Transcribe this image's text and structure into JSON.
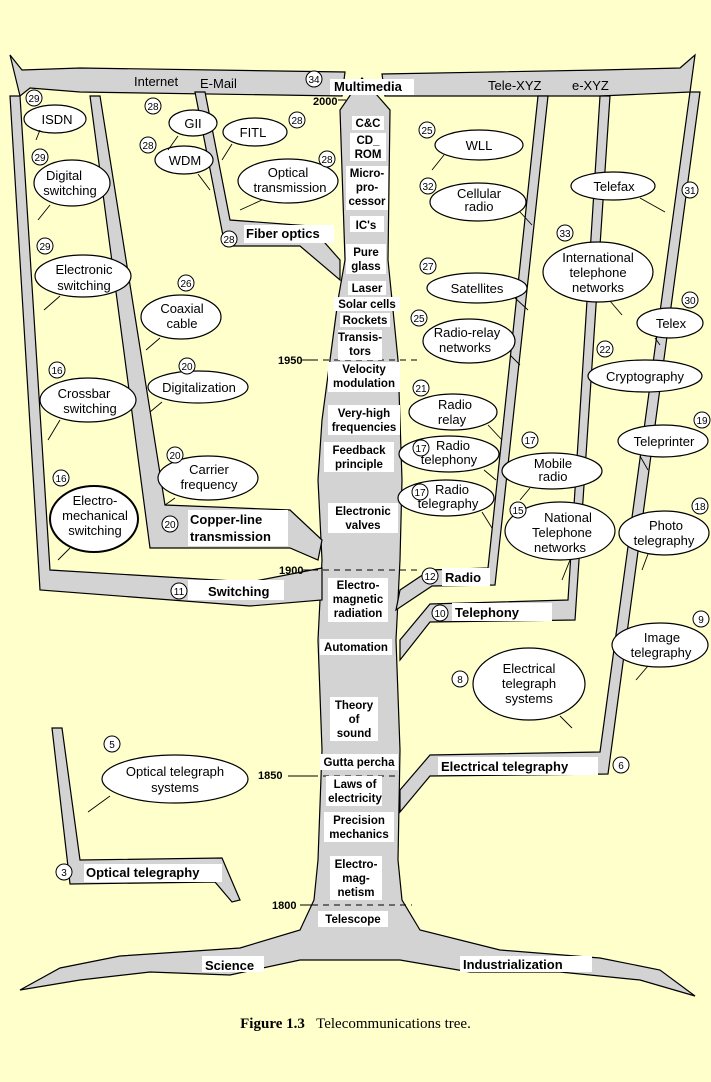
{
  "colors": {
    "background": "#ffffcc",
    "branch_fill": "#d3d3d3",
    "label_fill": "#ffffff",
    "stroke": "#000000"
  },
  "caption": {
    "label": "Figure 1.3",
    "text": "Telecommunications tree."
  },
  "years": [
    "2000",
    "1950",
    "1900",
    "1850",
    "1800"
  ],
  "roots": {
    "left": "Science",
    "right": "Industrialization"
  },
  "top_banner": [
    "Internet",
    "E-Mail",
    "34",
    "Multimedia",
    "Tele-XYZ",
    "e-XYZ"
  ],
  "trunk_labels": [
    "C&C",
    "CD_",
    "ROM",
    "Micro-",
    "pro-",
    "cessor",
    "IC's",
    "Pure",
    "glass",
    "Laser",
    "Solar cells",
    "Rockets",
    "Transis-",
    "tors",
    "Velocity",
    "modulation",
    "Very-high",
    "frequencies",
    "Feedback",
    "principle",
    "Electronic",
    "valves",
    "Electro-",
    "magnetic",
    "radiation",
    "Automation",
    "Theory",
    "of",
    "sound",
    "Gutta percha",
    "Laws of",
    "electricity",
    "Precision",
    "mechanics",
    "Electro-",
    "mag-",
    "netism",
    "Telescope"
  ],
  "branches": [
    "Fiber optics",
    "28",
    "Copper-line",
    "transmission",
    "20",
    "Switching",
    "11",
    "Radio",
    "12",
    "Telephony",
    "10",
    "Electrical telegraphy",
    "6",
    "Optical telegraphy",
    "3"
  ],
  "ovals": [
    "ISDN",
    "Digital",
    "switching",
    "Electronic",
    "switching",
    "Crossbar",
    "switching",
    "Electro-",
    "mechanical",
    "switching",
    "GII",
    "WDM",
    "FITL",
    "Optical",
    "transmission",
    "Coaxial",
    "cable",
    "Digitalization",
    "Carrier",
    "frequency",
    "WLL",
    "Cellular",
    "radio",
    "Satellites",
    "Radio-relay",
    "networks",
    "Radio",
    "relay",
    "Radio",
    "telephony",
    "Radio",
    "telegraphy",
    "Mobile",
    "radio",
    "National",
    "Telephone",
    "networks",
    "Telefax",
    "International",
    "telephone",
    "networks",
    "Telex",
    "Cryptography",
    "Teleprinter",
    "Photo",
    "telegraphy",
    "Image",
    "telegraphy",
    "Electrical",
    "telegraph",
    "systems",
    "Optical telegraph",
    "systems"
  ],
  "numbers": [
    "29",
    "29",
    "29",
    "16",
    "16",
    "28",
    "28",
    "28",
    "28",
    "26",
    "20",
    "20",
    "25",
    "32",
    "27",
    "25",
    "21",
    "17",
    "17",
    "17",
    "15",
    "31",
    "33",
    "30",
    "22",
    "19",
    "18",
    "9",
    "8",
    "5"
  ]
}
